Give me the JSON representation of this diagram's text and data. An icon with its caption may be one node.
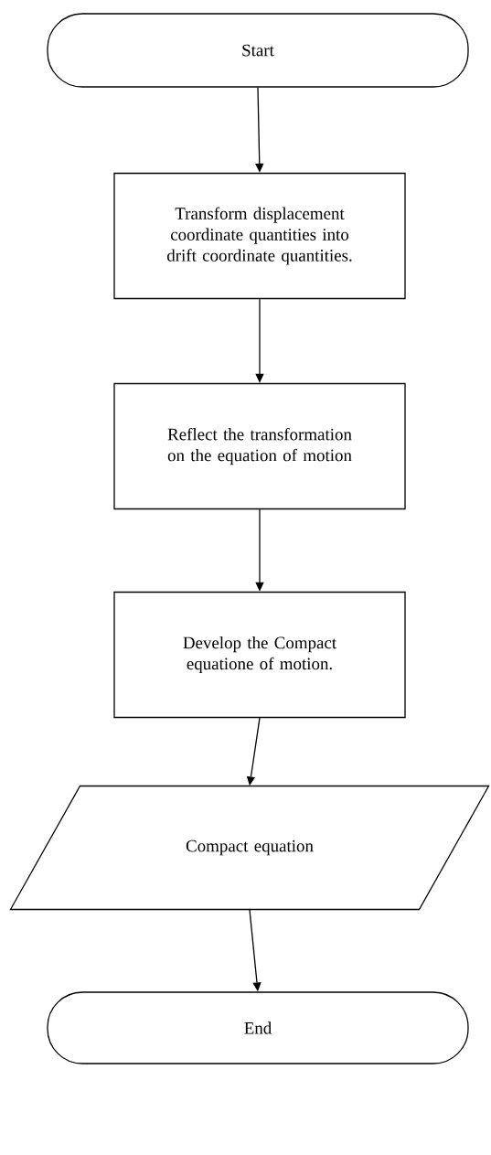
{
  "diagram": {
    "nodes": [
      {
        "text": [
          "Start"
        ]
      },
      {
        "text": [
          "Transform displacement coordinate quantities into drift coordinate quantities."
        ]
      },
      {
        "text": [
          "Reflect the transformation on the equation of motion"
        ]
      },
      {
        "text": [
          "Develop the Compact equatione of motion."
        ]
      },
      {
        "text": [
          "Compact equation"
        ]
      },
      {
        "text": [
          "End"
        ]
      }
    ],
    "edges": [
      {
        "from": 0,
        "to": 1,
        "arrow": "to"
      },
      {
        "from": 1,
        "to": 2,
        "arrow": "to"
      },
      {
        "from": 2,
        "to": 3,
        "arrow": "to"
      },
      {
        "from": 3,
        "to": 4,
        "arrow": "to"
      },
      {
        "from": 4,
        "to": 5,
        "arrow": "to"
      }
    ]
  }
}
